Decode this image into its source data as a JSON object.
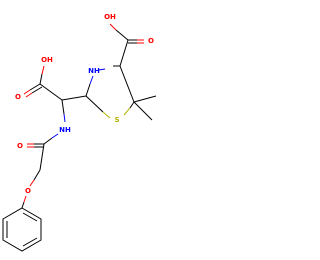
{
  "molecule": {
    "atoms": {
      "oh_top_right": "OH",
      "o_top_right": "O",
      "oh_left": "OH",
      "o_left": "O",
      "nh_ring": "NH",
      "s_ring": "S",
      "nh_amide": "NH",
      "o_amide": "O",
      "o_ether": "O"
    },
    "colors": {
      "oxygen": "#ff0000",
      "nitrogen": "#0000ff",
      "sulfur": "#b2b200",
      "carbon_bond": "#000000"
    }
  }
}
